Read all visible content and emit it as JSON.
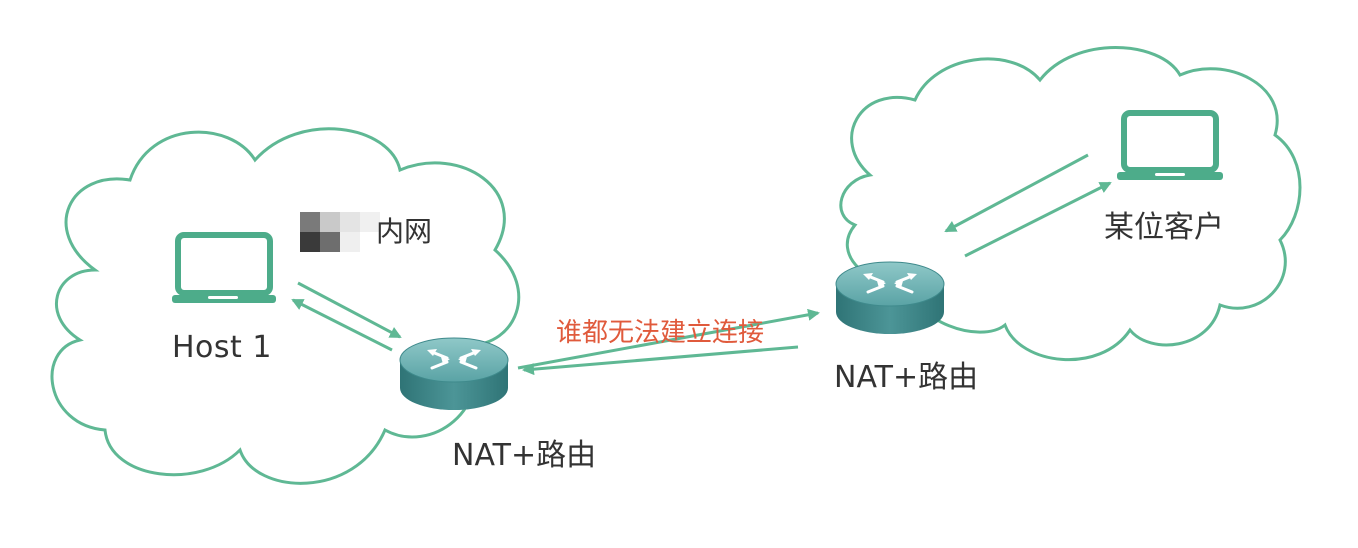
{
  "labels": {
    "host": "Host 1",
    "lan": "内网",
    "nat_router_left": "NAT+路由",
    "nat_router_right": "NAT+路由",
    "client": "某位客户",
    "connection_failed": "谁都无法建立连接"
  },
  "colors": {
    "cloud_stroke": "#5fb894",
    "device": "#4dac8a",
    "arrow": "#5fb894",
    "router_body": "#3f8a8c",
    "text": "#333333",
    "warning_text": "#e05a3c"
  },
  "icons": {
    "host": "laptop-icon",
    "client": "laptop-icon",
    "router": "router-icon"
  }
}
